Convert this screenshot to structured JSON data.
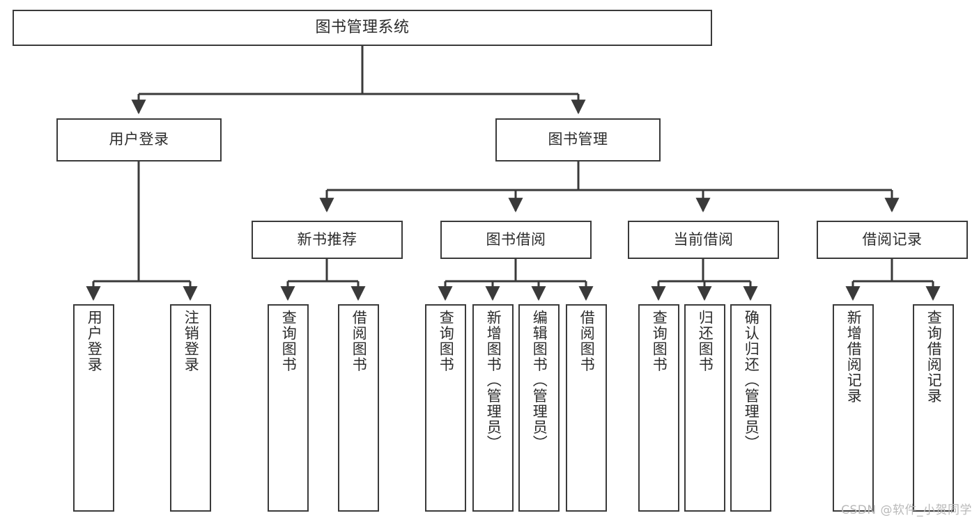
{
  "diagram": {
    "title": "图书管理系统",
    "watermark": "CSDN @软件_小贺同学",
    "line_color": "#3a3a3a",
    "box_border_color": "#3a3a3a",
    "box_fill_color": "#ffffff",
    "text_color": "#2b2b2b",
    "background_color": "#ffffff"
  },
  "nodes": {
    "root": {
      "label": "图书管理系统"
    },
    "level2": [
      {
        "label": "用户登录"
      },
      {
        "label": "图书管理"
      }
    ],
    "level3": [
      {
        "label": "新书推荐"
      },
      {
        "label": "图书借阅"
      },
      {
        "label": "当前借阅"
      },
      {
        "label": "借阅记录"
      }
    ],
    "leaves": {
      "user_login": [
        {
          "label": "用户登录"
        },
        {
          "label": "注销登录"
        }
      ],
      "new_book_recommend": [
        {
          "label": "查询图书"
        },
        {
          "label": "借阅图书"
        }
      ],
      "book_borrow": [
        {
          "label": "查询图书"
        },
        {
          "label": "新增图书（管理员）"
        },
        {
          "label": "编辑图书（管理员）"
        },
        {
          "label": "借阅图书"
        }
      ],
      "current_borrow": [
        {
          "label": "查询图书"
        },
        {
          "label": "归还图书"
        },
        {
          "label": "确认归还（管理员）"
        }
      ],
      "borrow_record": [
        {
          "label": "新增借阅记录"
        },
        {
          "label": "查询借阅记录"
        }
      ]
    }
  }
}
